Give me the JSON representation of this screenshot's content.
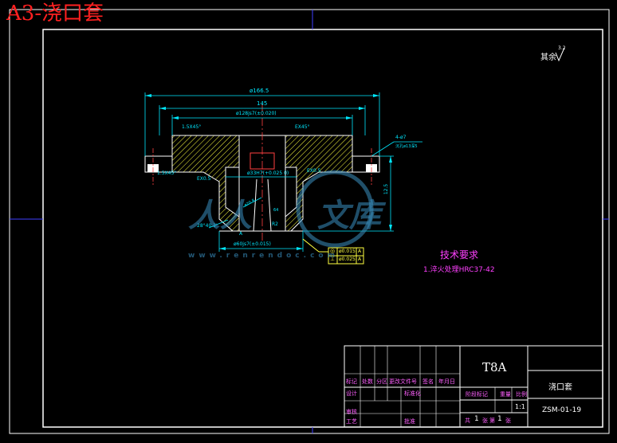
{
  "sheet_title": "A3-浇口套",
  "surface_note": "其余",
  "surface_roughness": "3.2",
  "dimensions": {
    "overall_dia": "ø166.5",
    "width_145": "145",
    "dia_128": "ø128js7(±0.020)",
    "chamfer_left_top": "1.5X45°",
    "chamfer_right_top": "EX45°",
    "chamfer_left_bottom": "1.5X45°",
    "ex_left": "EX0.5",
    "ex_right": "EX0.5",
    "bore": "ø33H7(+0.025 0)",
    "small_bore": "ø20.8",
    "dia_60": "ø60js7(±0.015)",
    "holes_count": "4-ø7",
    "holes_cb": "沉孔ø13深5",
    "height": "12.5",
    "angle": "28°40.1'",
    "small_a": "A",
    "r_mark": "R2",
    "l_mark": "64"
  },
  "tolerance_frames": [
    {
      "symbol": "◎",
      "value": "ø0.015",
      "datum": "A"
    },
    {
      "symbol": "⊥",
      "value": "ø0.025",
      "datum": "A"
    }
  ],
  "tech_title": "技术要求",
  "tech_item": "1.淬火处理HRC37-42",
  "watermark_left": "人人",
  "watermark_right": "文库",
  "watermark_url": "www.renrendoc.com",
  "title_block": {
    "material": "T8A",
    "part_name": "浇口套",
    "drawing_no": "ZSM-01-19",
    "scale": "1:1",
    "row_headers": [
      "标记",
      "处数",
      "分区",
      "更改文件号",
      "签名",
      "年月日"
    ],
    "design": "设计",
    "standard": "标准化",
    "review": "审核",
    "process": "工艺",
    "approve": "批准",
    "stage_mark": "阶段标记",
    "weight": "重量",
    "scale_label": "比例",
    "sheet_info": [
      "共",
      "1",
      "张",
      "第",
      "1",
      "张"
    ]
  }
}
